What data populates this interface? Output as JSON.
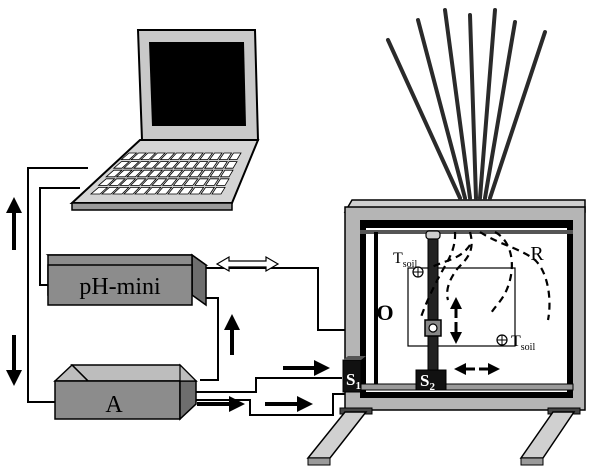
{
  "labels": {
    "ph_mini": "pH-mini",
    "a": "A",
    "o": "O",
    "r": "R",
    "t": "T",
    "soil": "soil",
    "s": "S",
    "one": "1",
    "two": "2"
  },
  "colors": {
    "box_gray": "#8c8c8c",
    "box_dark": "#6e6e6e",
    "box_light": "#bdbdbd",
    "frame_gray": "#b5b5b5",
    "screen": "#000000",
    "background": "#ffffff"
  }
}
